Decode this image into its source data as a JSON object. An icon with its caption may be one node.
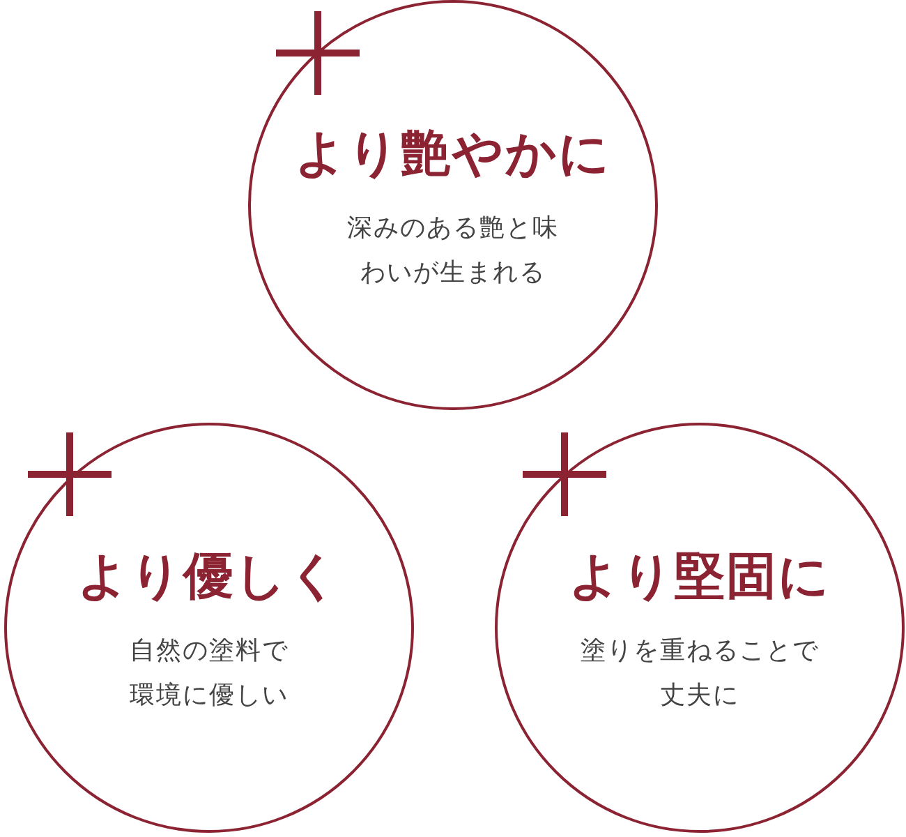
{
  "diagram": {
    "nodes": [
      {
        "text": [
          "より艶やかに",
          "深みのある艶と味わいが生まれる"
        ]
      },
      {
        "text": [
          "より優しく",
          "自然の塗料で環境に優しい"
        ]
      },
      {
        "text": [
          "より堅固に",
          "塗りを重ねることで丈夫に"
        ]
      }
    ]
  }
}
